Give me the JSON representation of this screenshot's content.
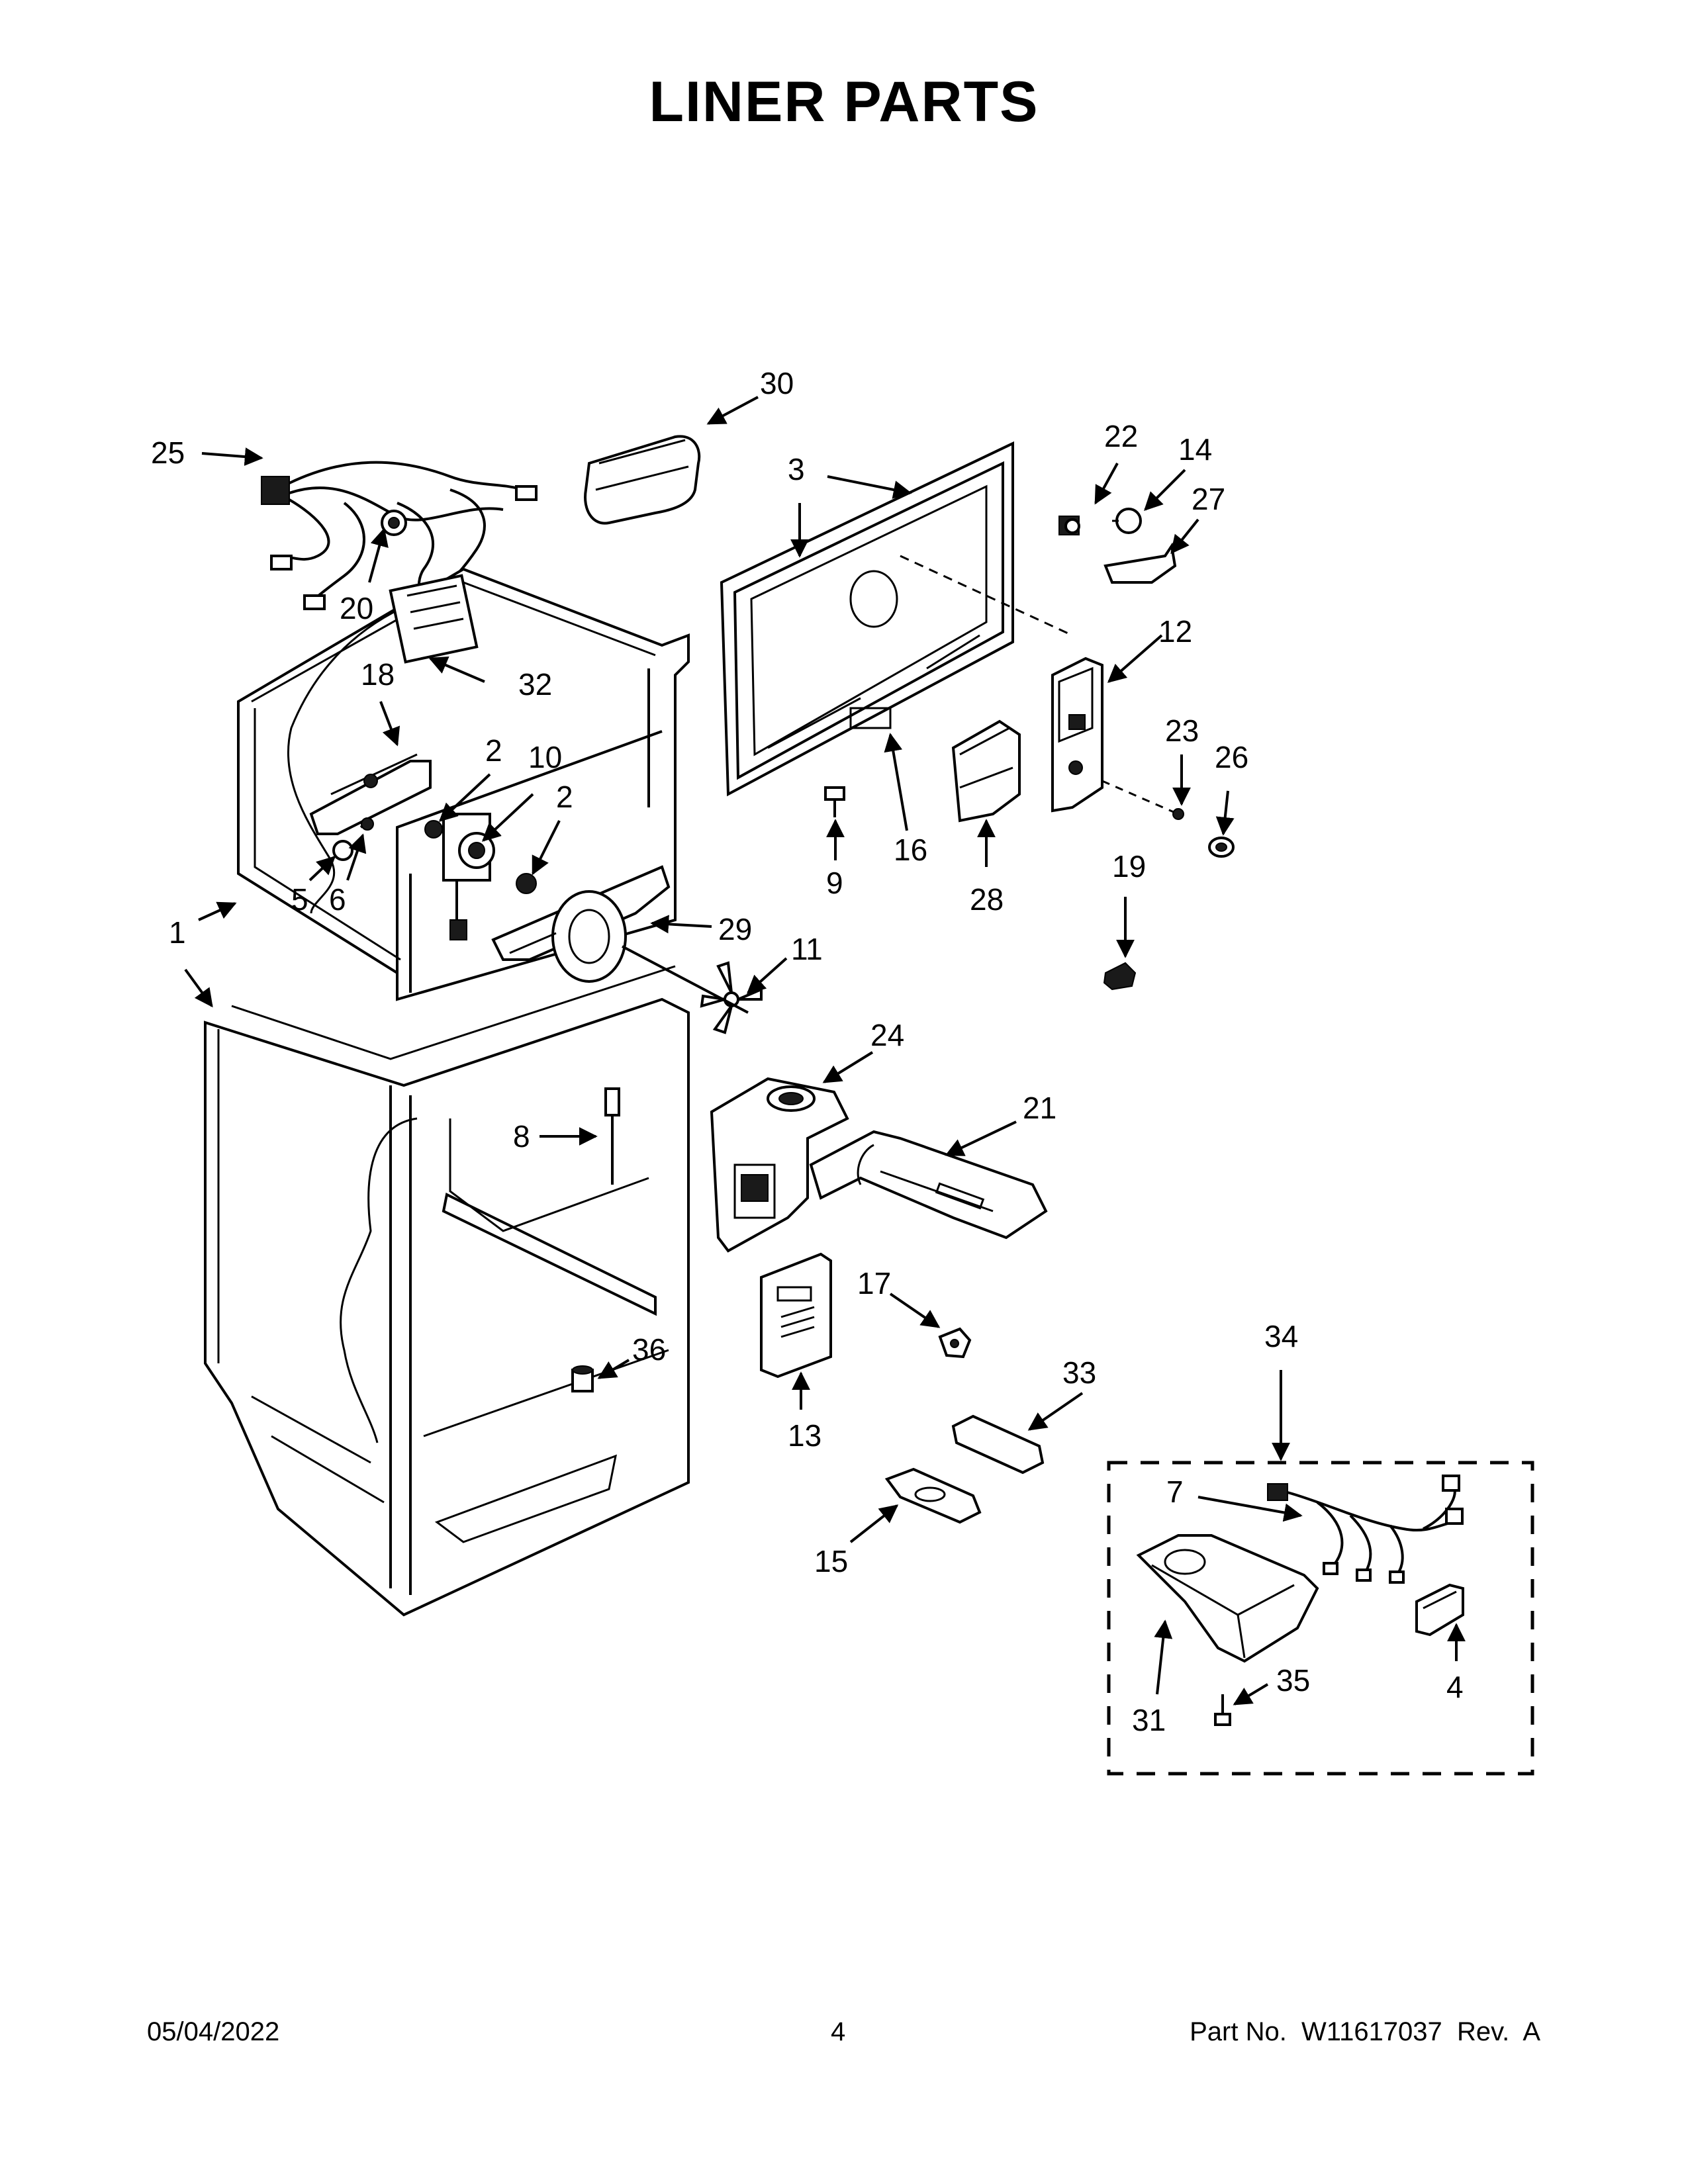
{
  "title": "LINER PARTS",
  "footer": {
    "date": "05/04/2022",
    "page": "4",
    "part_no": "Part No.  W11617037  Rev.  A"
  },
  "callouts": {
    "c1": "1",
    "c2a": "2",
    "c2b": "2",
    "c3": "3",
    "c4": "4",
    "c5": "5",
    "c6": "6",
    "c7": "7",
    "c8": "8",
    "c9": "9",
    "c10": "10",
    "c11": "11",
    "c12": "12",
    "c13": "13",
    "c14": "14",
    "c15": "15",
    "c16": "16",
    "c17": "17",
    "c18": "18",
    "c19": "19",
    "c20": "20",
    "c21": "21",
    "c22": "22",
    "c23": "23",
    "c24": "24",
    "c25": "25",
    "c26": "26",
    "c27": "27",
    "c28": "28",
    "c29": "29",
    "c30": "30",
    "c31": "31",
    "c32": "32",
    "c33": "33",
    "c34": "34",
    "c35": "35",
    "c36": "36"
  }
}
